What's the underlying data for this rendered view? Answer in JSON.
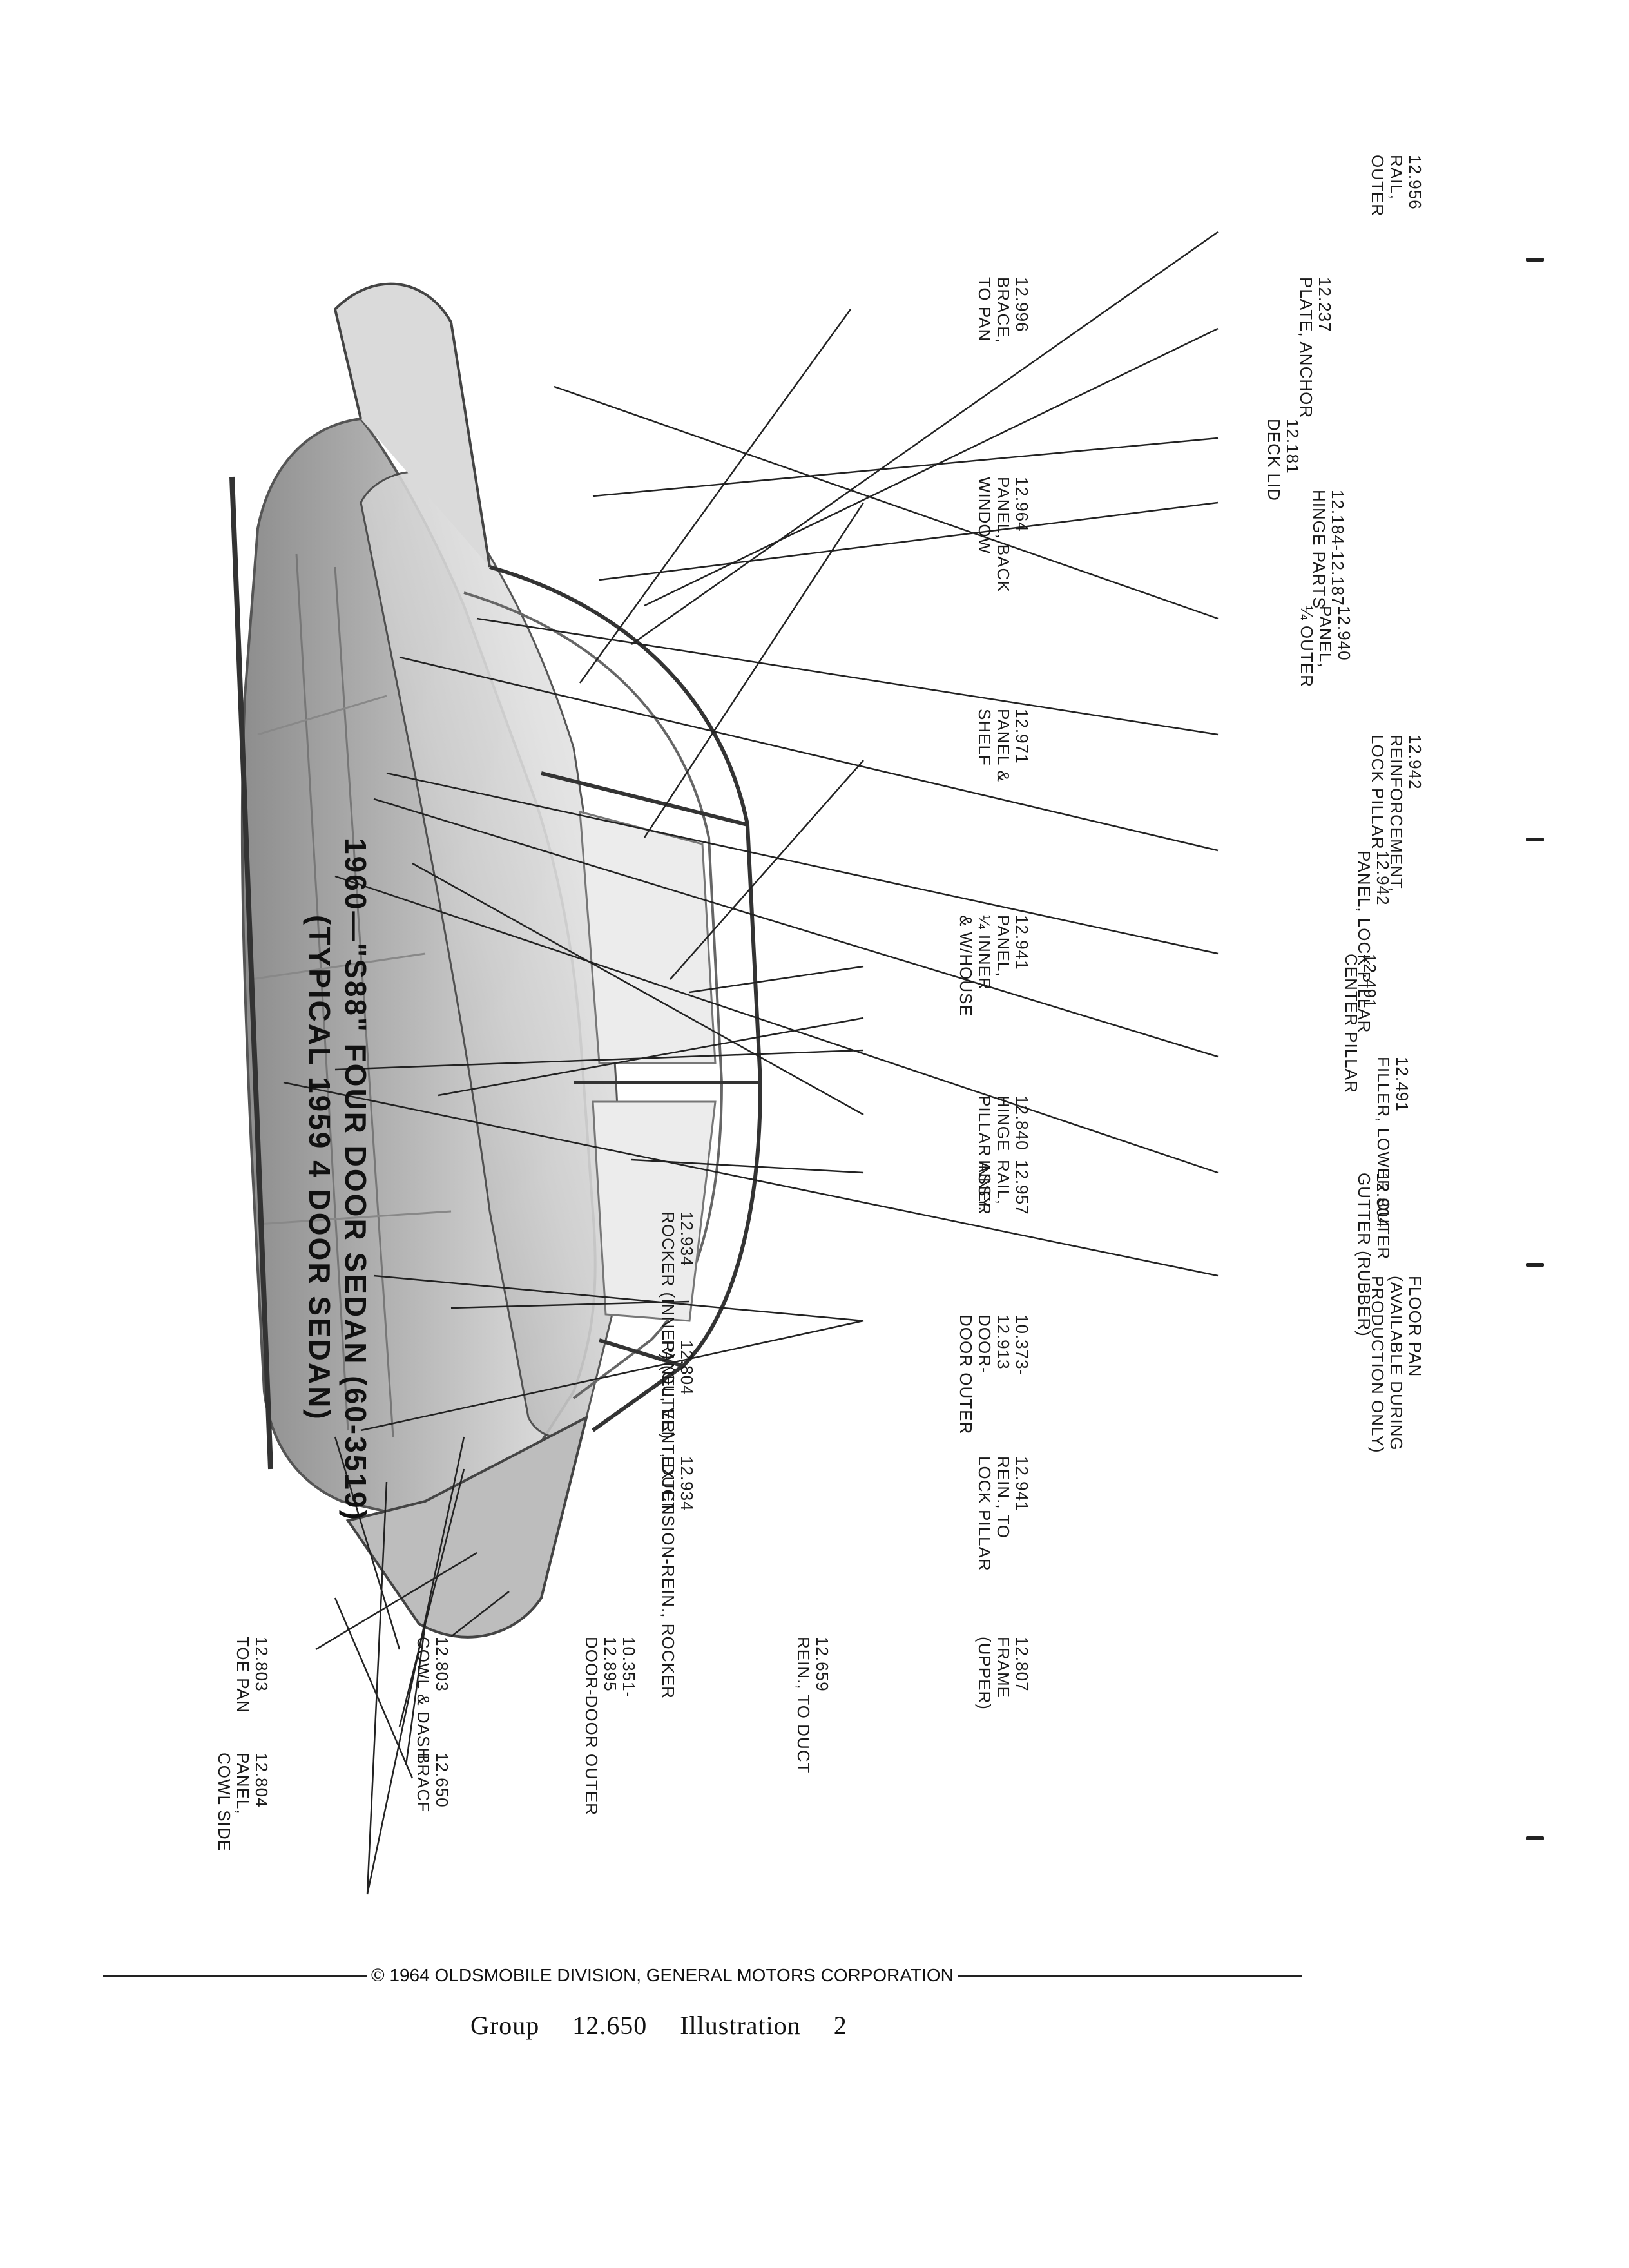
{
  "title": {
    "main": "1960—\"S88\" FOUR DOOR SEDAN (60-3519)",
    "sub": "(TYPICAL 1959 4 DOOR SEDAN)"
  },
  "callouts": {
    "c01": [
      "12.956",
      "RAIL,",
      "OUTER"
    ],
    "c02": [
      "12.237",
      "PLATE, ANCHOR"
    ],
    "c03": [
      "12.181",
      "DECK LID"
    ],
    "c04": [
      "12.184-12.187",
      "HINGE PARTS"
    ],
    "c05": [
      "12.940",
      "PANEL,",
      "¼ OUTER"
    ],
    "c06": [
      "12.942",
      "REINFORCEMENT,",
      "LOCK PILLAR"
    ],
    "c07": [
      "12.942",
      "PANEL, LOCK PILLAR"
    ],
    "c08": [
      "12.491",
      "CENTER PILLAR"
    ],
    "c09": [
      "12.491",
      "FILLER, LOWER OUTER"
    ],
    "c10": [
      "12.804",
      "GUTTER (RUBBER)"
    ],
    "c11": [
      "FLOOR PAN",
      "(AVAILABLE DURING",
      "PRODUCTION ONLY)"
    ],
    "c12": [
      "12.996",
      "BRACE,",
      "TO PAN"
    ],
    "c13": [
      "12.964",
      "PANEL, BACK",
      "WINDOW"
    ],
    "c14": [
      "12.840",
      "HINGE",
      "PILLAR ASSY."
    ],
    "c15": [
      "12.971",
      "PANEL &",
      "SHELF"
    ],
    "c16": [
      "12.934",
      "ROCKER (INNER) (OUTER)"
    ],
    "c17": [
      "12.941",
      "PANEL,",
      "¼ INNER",
      "& W/HOUSE"
    ],
    "c18": [
      "12.957",
      "RAIL,",
      "INNER"
    ],
    "c19": [
      "12.804",
      "PANEL, VENT, DUCT"
    ],
    "c20": [
      "10.373-",
      "12.913",
      "DOOR-",
      "DOOR OUTER"
    ],
    "c21": [
      "12.941",
      "REIN., TO",
      "LOCK PILLAR"
    ],
    "c22": [
      "12.934",
      "EXTENSION-REIN., ROCKER"
    ],
    "c23": [
      "12.807",
      "FRAME",
      "(UPPER)"
    ],
    "c24": [
      "12.659",
      "REIN., TO DUCT"
    ],
    "c25": [
      "10.351-",
      "12.895",
      "DOOR-DOOR OUTER"
    ],
    "c26": [
      "12.803",
      "COWL & DASH"
    ],
    "c27": [
      "12.803",
      "TOE PAN"
    ],
    "c28": [
      "12.650",
      "BRACF"
    ],
    "c29": [
      "12.804",
      "PANEL,",
      "COWL SIDE"
    ]
  },
  "footer": {
    "copyright": "© 1964 OLDSMOBILE DIVISION, GENERAL MOTORS CORPORATION",
    "group_label": "Group",
    "group_number": "12.650",
    "illustration_label": "Illustration",
    "illustration_number": "2"
  }
}
